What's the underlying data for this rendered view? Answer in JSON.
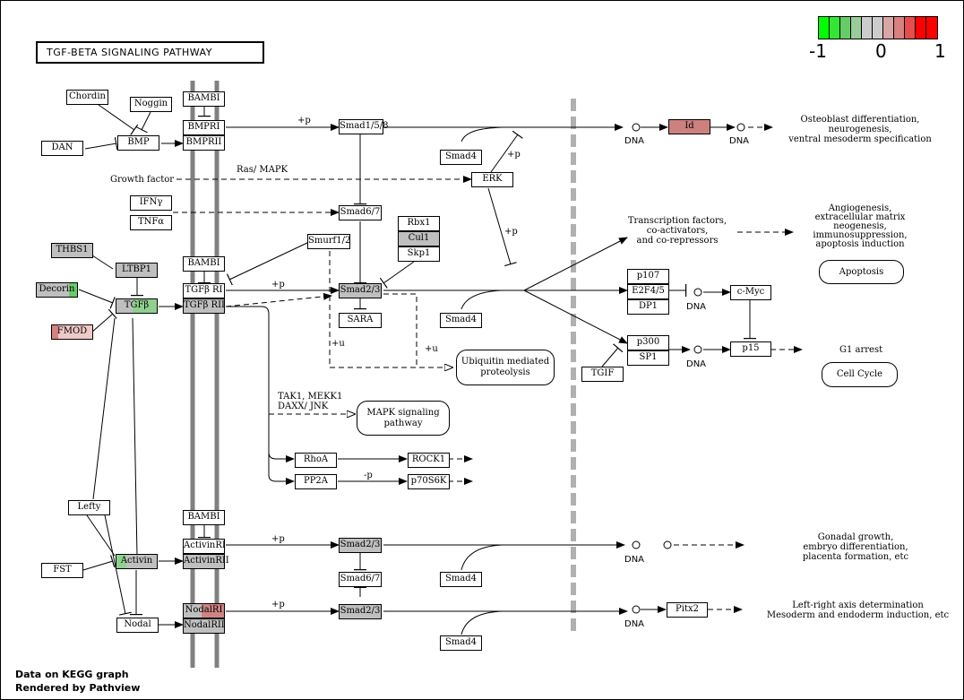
{
  "title": "TGF-BETA SIGNALING PATHWAY",
  "legend": {
    "min_label": "-1",
    "mid_label": "0",
    "max_label": "1",
    "colors": [
      "#00ff00",
      "#33e633",
      "#66cc66",
      "#99cc99",
      "#cccccc",
      "#d9a6a6",
      "#d98080",
      "#e64d4d",
      "#ff0000"
    ]
  },
  "footer": {
    "line1": "Data on KEGG graph",
    "line2": "Rendered by Pathview"
  },
  "nodes": {
    "chordin": "Chordin",
    "noggin": "Noggin",
    "dan": "DAN",
    "bmp": "BMP",
    "bambi1": "BAMBI",
    "bmpr1": "BMPRI",
    "bmpr2": "BMPRII",
    "smad158": "Smad1/5/8",
    "smad4_1": "Smad4",
    "id": "Id",
    "growth_factor": "Growth factor",
    "ras_mapk": "Ras/ MAPK",
    "erk": "ERK",
    "ifny": "IFNγ",
    "tnfa": "TNFα",
    "smad67_1": "Smad6/7",
    "smurf": "Smurf1/2",
    "rbx1": "Rbx1",
    "cul1": "Cul1",
    "skp1": "Skp1",
    "thbs1": "THBS1",
    "ltbp1": "LTBP1",
    "decorin": "Decorin",
    "tgfb": "TGFβ",
    "fmod": "FMOD",
    "bambi2": "BAMBI",
    "tgfbr1": "TGFβ RI",
    "tgfbr2": "TGFβ RII",
    "smad23_1": "Smad2/3",
    "sara": "SARA",
    "smad4_2": "Smad4",
    "p107": "p107",
    "e2f45": "E2F4/5",
    "dp1": "DP1",
    "cmyc": "c-Myc",
    "p300": "p300",
    "sp1": "SP1",
    "p15": "p15",
    "tgif": "TGIF",
    "rhoa": "RhoA",
    "rock1": "ROCK1",
    "pp2a": "PP2A",
    "p70s6k": "p70S6K",
    "lefty": "Lefty",
    "bambi3": "BAMBI",
    "activin": "Activin",
    "fst": "FST",
    "activinr1": "ActivinRI",
    "activinr2": "ActivinRII",
    "smad23_2": "Smad2/3",
    "smad67_2": "Smad6/7",
    "smad4_3": "Smad4",
    "nodal": "Nodal",
    "nodalr1": "NodalRI",
    "nodalr2": "NodalRII",
    "smad23_3": "Smad2/3",
    "smad4_4": "Smad4",
    "pitx2": "Pitx2"
  },
  "labels": {
    "plus_p": "+p",
    "minus_p": "-p",
    "plus_u": "+u",
    "dna": "DNA",
    "tak1_line1": "TAK1, MEKK1",
    "tak1_line2": "DAXX/ JNK",
    "outcome1_l1": "Osteoblast differentiation,",
    "outcome1_l2": "neurogenesis,",
    "outcome1_l3": "ventral mesoderm specification",
    "tf_l1": "Transcription factors,",
    "tf_l2": "co-activators,",
    "tf_l3": "and co-repressors",
    "angio_l1": "Angiogenesis,",
    "angio_l2": "extracellular matrix",
    "angio_l3": "neogenesis,",
    "angio_l4": "immunosuppression,",
    "angio_l5": "apoptosis induction",
    "g1_arrest": "G1 arrest",
    "gonadal_l1": "Gonadal growth,",
    "gonadal_l2": "embryo differentiation,",
    "gonadal_l3": "placenta formation, etc",
    "leftright_l1": "Left-right axis determination",
    "leftright_l2": "Mesoderm and endoderm induction, etc"
  },
  "pathways": {
    "apoptosis": "Apoptosis",
    "ubiquitin_l1": "Ubiquitin mediated",
    "ubiquitin_l2": "proteolysis",
    "mapk_l1": "MAPK signaling",
    "mapk_l2": "pathway",
    "cell_cycle": "Cell Cycle"
  }
}
